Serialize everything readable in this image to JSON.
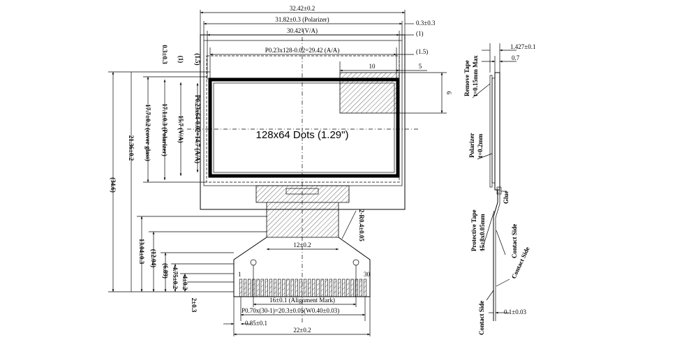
{
  "front_view": {
    "center_label": "128x64 Dots (1.29\")",
    "dims_top": {
      "outline": "32.42±0.2",
      "polarizer": "31.82±0.3 (Polarizer)",
      "va": "30.42 (V/A)",
      "aa": "P0.23x128-0.02=29.42 (A/A)",
      "right_offset": "0.3±0.3",
      "va_offset": "(1)",
      "aa_offset": "(1.5)",
      "hatch_w": "10",
      "hatch_gap": "5",
      "hatch_h": "6"
    },
    "dims_left": {
      "total": "(34.6)",
      "cover": "21.36±0.2",
      "cover_glass": "17.7±0.2 (cover glass)",
      "polarizer": "17.1±0.3 (Polarizer)",
      "va": "15.7 (V/A)",
      "aa": "P0.23x64-0.02=14.7 (A/A)",
      "top_off": "0.3±0.3",
      "va_off": "(1)",
      "aa_off": "(1.5)",
      "fpc_13": "13.04±0.3",
      "fpc_12": "(12.04)",
      "fpc_689": "(6.89)",
      "fpc_475": "4.75±0.2",
      "fpc_4": "4±0.2",
      "fpc_2": "2±0.3"
    },
    "dims_fpc": {
      "neck": "12±0.2",
      "radius": "2-R0.4±0.05",
      "align": "16±0.1 (Alignment Mark)",
      "pitch": "P0.70x(30-1)=20.3±0.05(W0.40±0.03)",
      "edge": "0.85±0.1",
      "width": "22±0.2",
      "pin_first": "1",
      "pin_last": "30"
    }
  },
  "side_view": {
    "thickness": "1.427±0.1",
    "glass": "0.7",
    "remove_tape": "Remove Tape",
    "remove_tape_spec": "t=0.15mm Max",
    "polarizer": "Polarizer",
    "polarizer_spec": "t=0.2mm",
    "glue": "Glue",
    "protective_tape": "Protective Tape",
    "protective_spec": "15±8x0.05mm",
    "contact_side_1": "Contact Side",
    "contact_side_2": "Contact Side",
    "contact_side_3": "Contact Side",
    "fpc_thick": "0.1±0.03"
  }
}
